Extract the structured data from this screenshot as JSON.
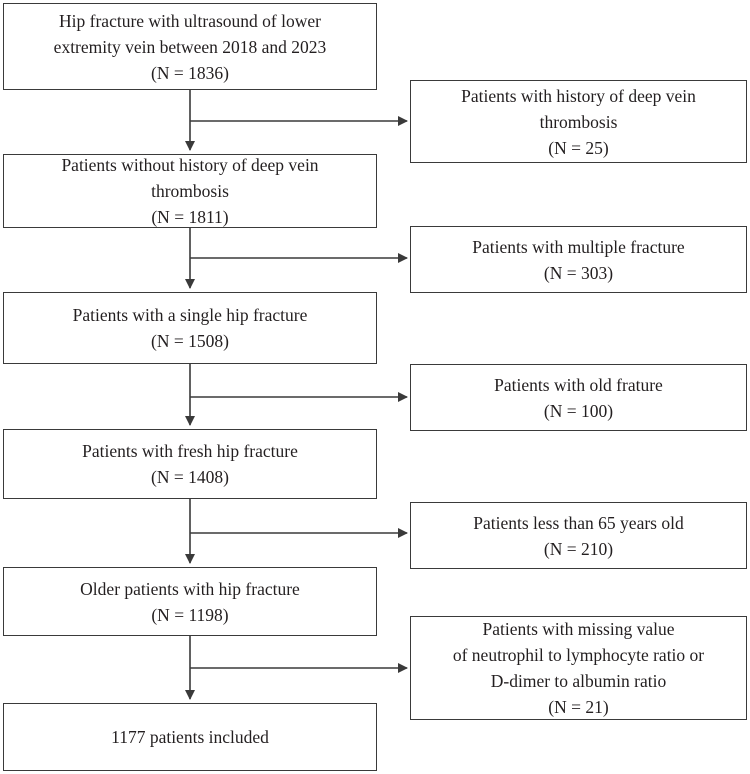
{
  "flow": {
    "main_steps": [
      {
        "lines": [
          "Hip fracture with ultrasound of lower",
          "extremity vein between 2018 and 2023",
          "(N = 1836)"
        ]
      },
      {
        "lines": [
          "Patients without history of deep vein",
          "thrombosis",
          "(N = 1811)"
        ]
      },
      {
        "lines": [
          "Patients with a single hip fracture",
          "(N = 1508)"
        ]
      },
      {
        "lines": [
          "Patients with fresh hip fracture",
          "(N = 1408)"
        ]
      },
      {
        "lines": [
          "Older patients with hip fracture",
          "(N = 1198)"
        ]
      },
      {
        "lines": [
          "1177 patients included"
        ]
      }
    ],
    "exclusions": [
      {
        "lines": [
          "Patients with history of deep vein",
          "thrombosis",
          "(N = 25)"
        ]
      },
      {
        "lines": [
          "Patients with multiple fracture",
          "(N = 303)"
        ]
      },
      {
        "lines": [
          "Patients with old frature",
          "(N = 100)"
        ]
      },
      {
        "lines": [
          "Patients less than 65 years old",
          "(N = 210)"
        ]
      },
      {
        "lines": [
          "Patients with missing value",
          "of neutrophil to lymphocyte ratio or",
          "D-dimer to albumin ratio",
          "(N = 21)"
        ]
      }
    ]
  }
}
